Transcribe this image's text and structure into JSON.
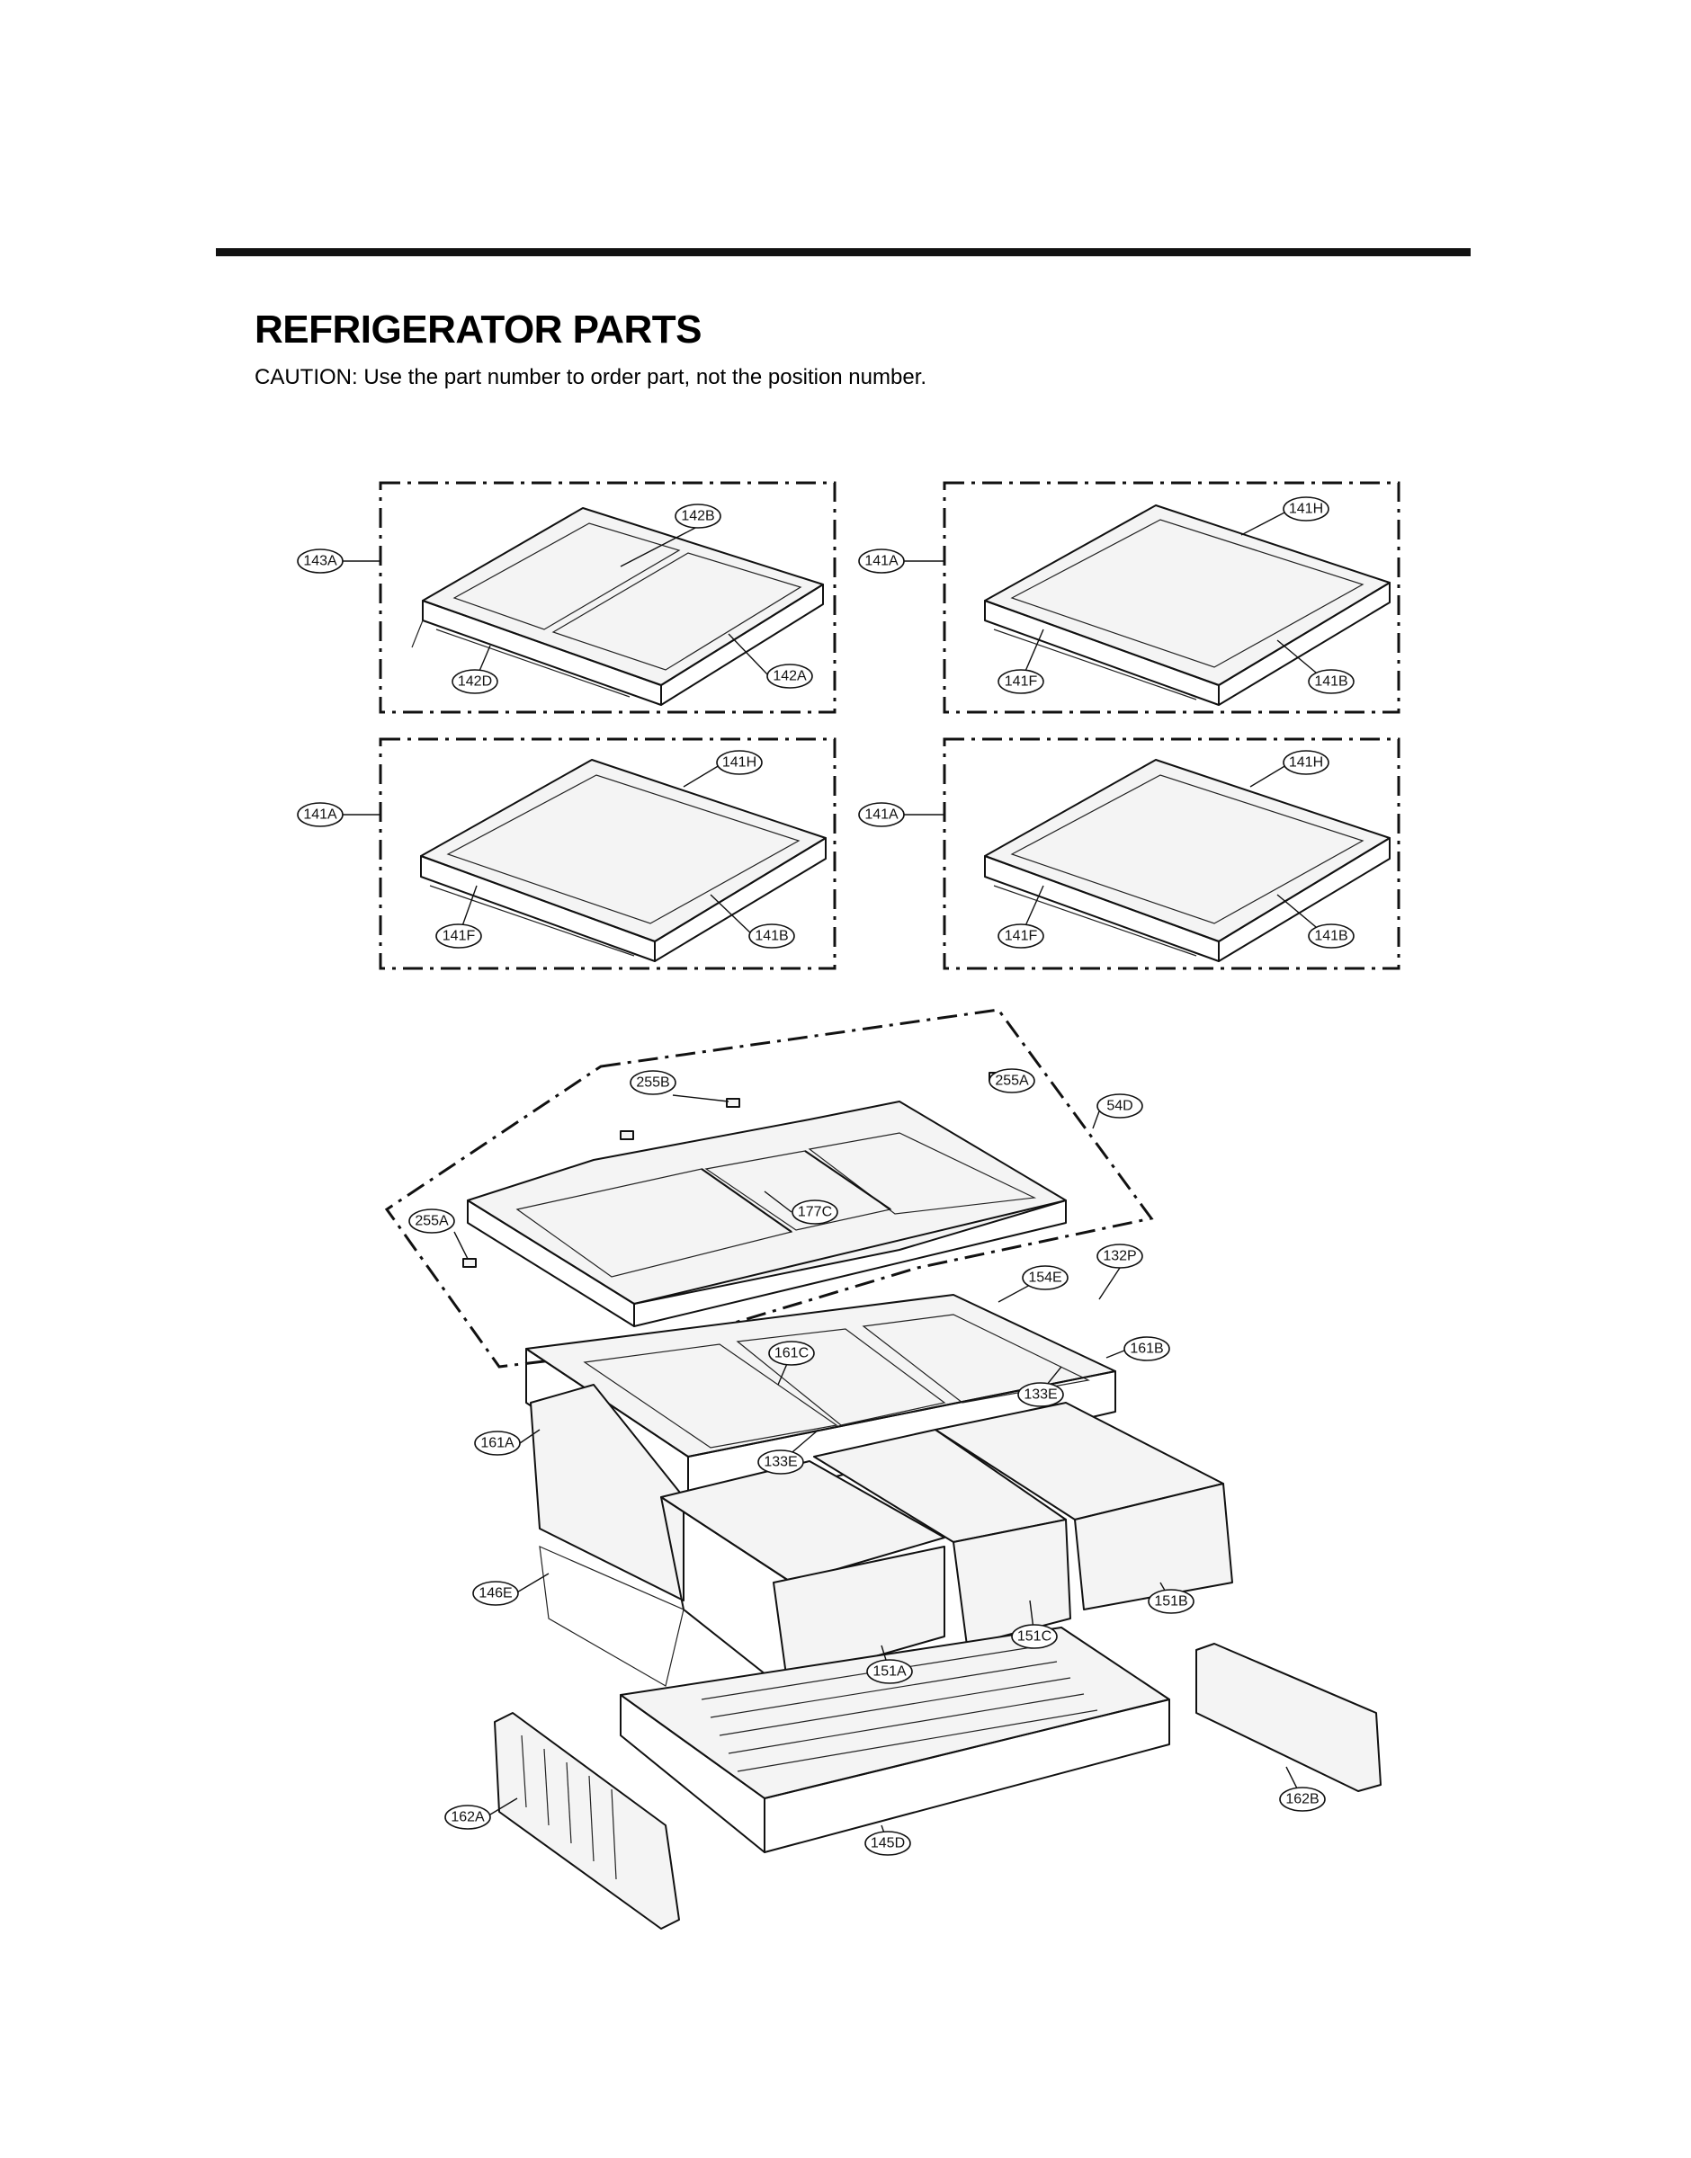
{
  "header": {
    "title": "REFRIGERATOR PARTS",
    "caution": "CAUTION: Use the part number to order part, not the position number."
  },
  "callouts": [
    {
      "id": "c1",
      "label": "143A"
    },
    {
      "id": "c2",
      "label": "142B"
    },
    {
      "id": "c3",
      "label": "142D"
    },
    {
      "id": "c4",
      "label": "142A"
    },
    {
      "id": "c5",
      "label": "141A"
    },
    {
      "id": "c6",
      "label": "141H"
    },
    {
      "id": "c7",
      "label": "141F"
    },
    {
      "id": "c8",
      "label": "141B"
    },
    {
      "id": "c9",
      "label": "141A"
    },
    {
      "id": "c10",
      "label": "141H"
    },
    {
      "id": "c11",
      "label": "141F"
    },
    {
      "id": "c12",
      "label": "141B"
    },
    {
      "id": "c13",
      "label": "141A"
    },
    {
      "id": "c14",
      "label": "141H"
    },
    {
      "id": "c15",
      "label": "141F"
    },
    {
      "id": "c16",
      "label": "141B"
    },
    {
      "id": "c17",
      "label": "255B"
    },
    {
      "id": "c18",
      "label": "255A"
    },
    {
      "id": "c19",
      "label": "54D"
    },
    {
      "id": "c20",
      "label": "255A"
    },
    {
      "id": "c21",
      "label": "177C"
    },
    {
      "id": "c22",
      "label": "132P"
    },
    {
      "id": "c23",
      "label": "154E"
    },
    {
      "id": "c24",
      "label": "161B"
    },
    {
      "id": "c25",
      "label": "161C"
    },
    {
      "id": "c26",
      "label": "133E"
    },
    {
      "id": "c27",
      "label": "161A"
    },
    {
      "id": "c28",
      "label": "133E"
    },
    {
      "id": "c29",
      "label": "146E"
    },
    {
      "id": "c30",
      "label": "151B"
    },
    {
      "id": "c31",
      "label": "151C"
    },
    {
      "id": "c32",
      "label": "151A"
    },
    {
      "id": "c33",
      "label": "162B"
    },
    {
      "id": "c34",
      "label": "162A"
    },
    {
      "id": "c35",
      "label": "145D"
    }
  ]
}
